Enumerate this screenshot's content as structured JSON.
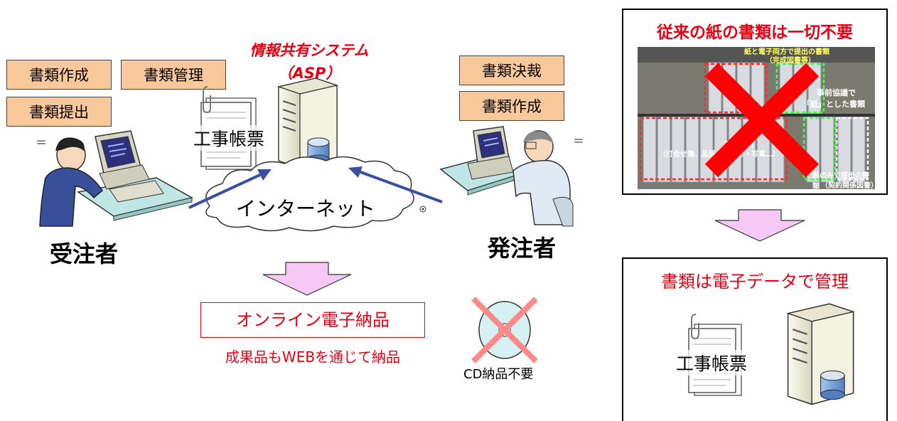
{
  "tasks_left": [
    "書類作成",
    "書類管理",
    "書類提出"
  ],
  "tasks_right": [
    "書類決裁",
    "書類作成"
  ],
  "system": {
    "line1": "情報共有システム",
    "line2": "（ASP）"
  },
  "doc_label": "工事帳票",
  "network_label": "インターネット",
  "contractor_label": "受注者",
  "client_label": "発注者",
  "delivery": {
    "box": "オンライン電子納品",
    "caption": "成果品もWEBを通じて納品"
  },
  "cd_label": "CD納品不要",
  "paper_panel": {
    "title": "従来の紙の書類は一切不要",
    "photo_notes": {
      "top": "紙と電子両方で提出の書類",
      "top_sub": "（完成図書等）",
      "mid1": "事前協議で",
      "mid2": "「紙」とした書類",
      "left1": "二重提出",
      "left2": "（打合せ簿、品質・出来形・写真…）",
      "bottom1": "紙のみで提出の書類",
      "bottom2": "（契約関係図書）"
    }
  },
  "electronic_panel": {
    "title": "書類は電子データで管理",
    "doc_label": "工事帳票"
  },
  "colors": {
    "task_box": "#f9c89b",
    "accent_red": "#e60012",
    "arrow_blue": "#3a4fa0",
    "down_arrow": "#f5c8f5",
    "server_body": "#f0f0d8",
    "disk_blue": "#7fa6d8"
  }
}
